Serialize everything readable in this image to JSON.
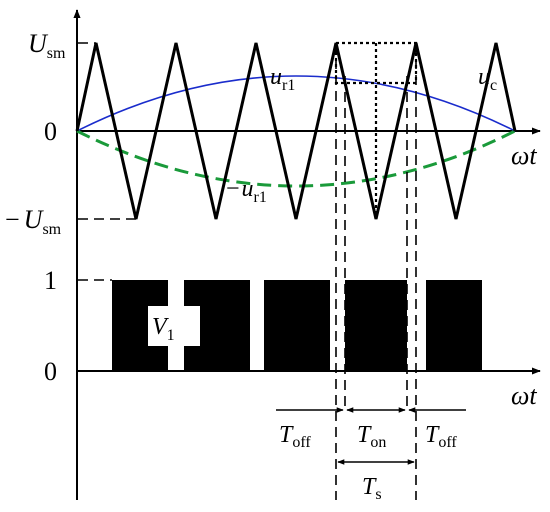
{
  "top_plot": {
    "y_labels": {
      "positive": {
        "main": "U",
        "sub": "sm"
      },
      "zero": "0",
      "negative": {
        "prefix": "−",
        "main": "U",
        "sub": "sm"
      }
    },
    "x_label": "ωt",
    "carrier_label": {
      "main": "u",
      "sub": "c"
    },
    "ref_pos_label": {
      "main": "u",
      "sub": "r1"
    },
    "ref_neg_label": {
      "prefix": "−",
      "main": "u",
      "sub": "r1"
    },
    "colors": {
      "ref_pos": "#1a2ccc",
      "ref_neg": "#1a9a3a",
      "carrier": "#000000"
    }
  },
  "bottom_plot": {
    "y_labels": {
      "one": "1",
      "zero": "0"
    },
    "x_label": "ωt",
    "pulse_label": {
      "main": "V",
      "sub": "1"
    }
  },
  "timing": {
    "t_off_left": {
      "main": "T",
      "sub": "off"
    },
    "t_on": {
      "main": "T",
      "sub": "on"
    },
    "t_off_right": {
      "main": "T",
      "sub": "off"
    },
    "t_s": {
      "main": "T",
      "sub": "s"
    }
  }
}
